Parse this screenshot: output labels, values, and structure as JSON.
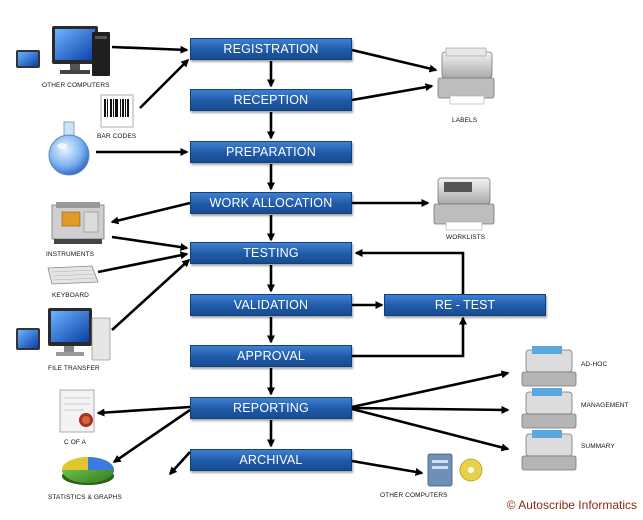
{
  "stages": {
    "registration": "REGISTRATION",
    "reception": "RECEPTION",
    "preparation": "PREPARATION",
    "work_allocation": "WORK ALLOCATION",
    "testing": "TESTING",
    "validation": "VALIDATION",
    "approval": "APPROVAL",
    "reporting": "REPORTING",
    "archival": "ARCHIVAL",
    "retest": "RE - TEST"
  },
  "labels": {
    "other_computers_in": "OTHER COMPUTERS",
    "bar_codes": "BAR CODES",
    "labels": "LABELS",
    "instruments": "INSTRUMENTS",
    "worklists": "WORKLISTS",
    "keyboard": "KEYBOARD",
    "file_transfer": "FILE TRANSFER",
    "ad_hoc": "AD-HOC",
    "management": "MANAGEMENT",
    "summary": "SUMMARY",
    "c_of_a": "C OF A",
    "statistics_graphs": "STATISTICS & GRAPHS",
    "other_computers_out": "OTHER COMPUTERS"
  },
  "copyright": "© Autoscribe Informatics",
  "colors": {
    "stage_fill": "#1f5aa8",
    "arrow": "#000000",
    "copyright": "#8b2a12"
  }
}
